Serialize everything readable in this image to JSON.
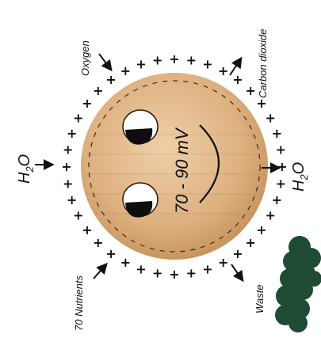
{
  "diagram": {
    "labels": {
      "oxygen": "Oxygen",
      "carbon_dioxide": "Carbon dioxide",
      "water_left": "H2O",
      "water_right": "H2O",
      "nutrients": "70 Nutrients",
      "waste": "Waste",
      "voltage": "70 - 90 mV"
    },
    "membrane_charge_symbol": "+",
    "colors": {
      "cell_fill_light": "#e9c39a",
      "cell_fill_dark": "#c8955f",
      "cell_stroke": "#6b4a2b",
      "ink": "#111111",
      "cluster": "#1f4a33"
    },
    "icons": [
      "smiling-cell-icon",
      "arrow-icon",
      "bacteria-cluster-icon"
    ]
  }
}
